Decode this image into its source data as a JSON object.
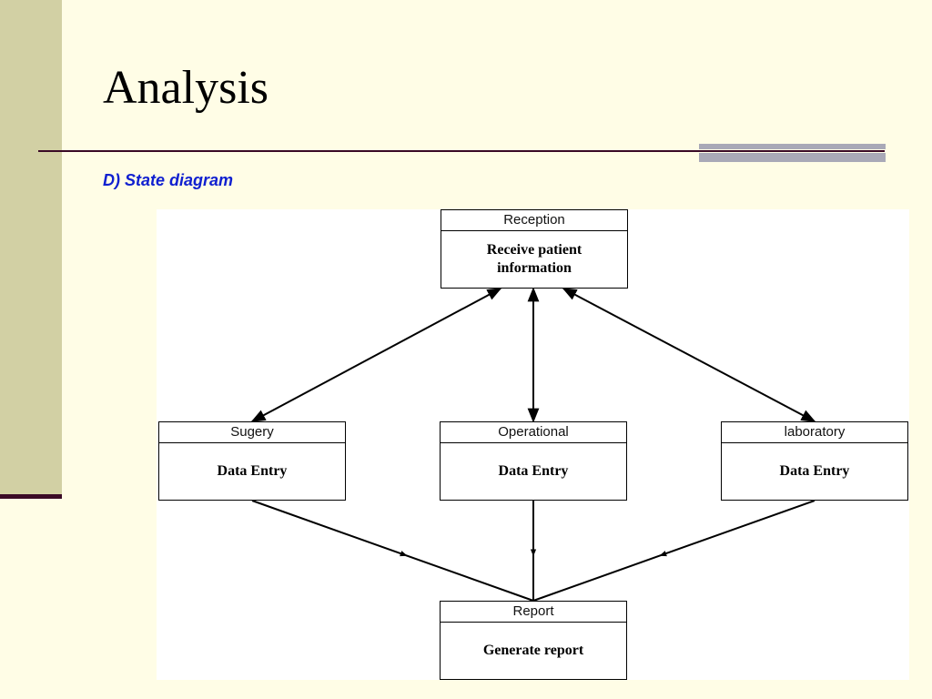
{
  "slide": {
    "title": "Analysis",
    "subtitle": "D) State diagram"
  },
  "diagram": {
    "states": [
      {
        "id": "reception",
        "header": "Reception",
        "body": "Receive patient\ninformation"
      },
      {
        "id": "surgery",
        "header": "Sugery",
        "body": "Data Entry"
      },
      {
        "id": "operational",
        "header": "Operational",
        "body": "Data Entry"
      },
      {
        "id": "laboratory",
        "header": "laboratory",
        "body": "Data Entry"
      },
      {
        "id": "report",
        "header": "Report",
        "body": "Generate report"
      }
    ],
    "transitions": [
      {
        "from": "reception",
        "to": "surgery",
        "bidirectional": true
      },
      {
        "from": "reception",
        "to": "operational",
        "bidirectional": true
      },
      {
        "from": "reception",
        "to": "laboratory",
        "bidirectional": true
      },
      {
        "from": "surgery",
        "to": "report",
        "bidirectional": false
      },
      {
        "from": "operational",
        "to": "report",
        "bidirectional": false
      },
      {
        "from": "laboratory",
        "to": "report",
        "bidirectional": false
      }
    ]
  },
  "colors": {
    "background": "#fffde6",
    "sidebar": "#d2d0a4",
    "rule": "#3a0a26",
    "subtitle": "#1020d0"
  }
}
